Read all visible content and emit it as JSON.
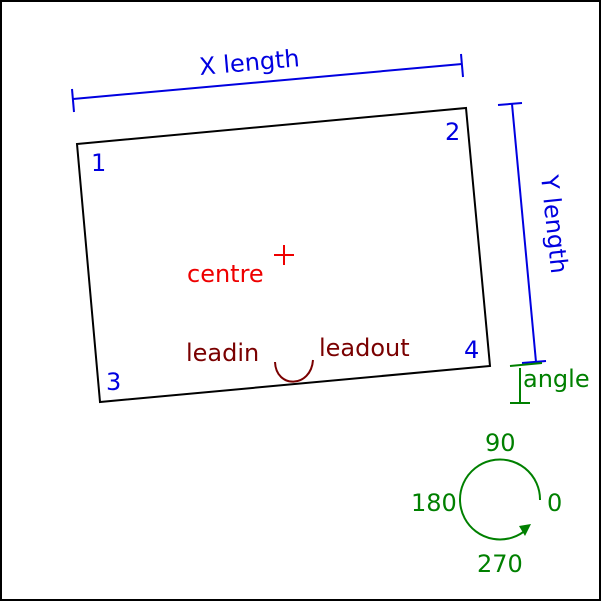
{
  "colors": {
    "frame": "#000000",
    "rectangle": "#000000",
    "dimension": "#0000e0",
    "centre": "#ee0000",
    "lead": "#7a0000",
    "angle": "#008000"
  },
  "dimensions": {
    "x_length_label": "X length",
    "y_length_label": "Y length",
    "angle_label": "angle"
  },
  "corners": [
    "1",
    "2",
    "3",
    "4"
  ],
  "centre_label": "centre",
  "leadin_label": "leadin",
  "leadout_label": "leadout",
  "angle_dial": {
    "deg_90": "90",
    "deg_180": "180",
    "deg_0": "0",
    "deg_270": "270"
  }
}
